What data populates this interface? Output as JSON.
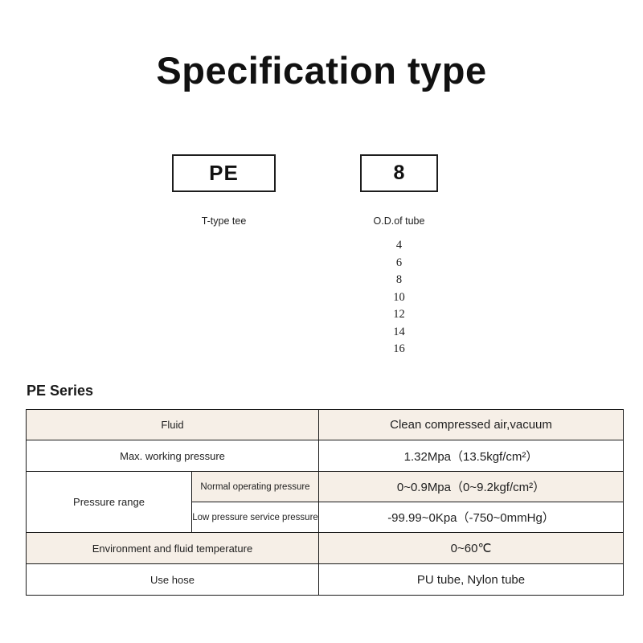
{
  "page": {
    "title": "Specification type"
  },
  "spec_code": {
    "series": {
      "code": "PE",
      "caption": "T-type tee"
    },
    "size": {
      "code": "8",
      "caption": "O.D.of tube",
      "options": [
        "4",
        "6",
        "8",
        "10",
        "12",
        "14",
        "16"
      ]
    }
  },
  "spec_table": {
    "heading": "PE Series",
    "shaded_color": "#f6efe7",
    "rows": [
      {
        "label": "Fluid",
        "sublabel": null,
        "value": "Clean compressed air,vacuum",
        "shaded": true
      },
      {
        "label": "Max. working pressure",
        "sublabel": null,
        "value": "1.32Mpa（13.5kgf/cm²）",
        "shaded": false
      },
      {
        "label": "Pressure range",
        "sublabel": "Normal operating pressure",
        "value": "0~0.9Mpa（0~9.2kgf/cm²）",
        "shaded": true
      },
      {
        "label": "",
        "sublabel": "Low pressure service pressure",
        "value": "-99.99~0Kpa（-750~0mmHg）",
        "shaded": false
      },
      {
        "label": "Environment and fluid temperature",
        "sublabel": null,
        "value": "0~60℃",
        "shaded": true
      },
      {
        "label": "Use hose",
        "sublabel": null,
        "value": "PU tube, Nylon tube",
        "shaded": false
      }
    ]
  }
}
